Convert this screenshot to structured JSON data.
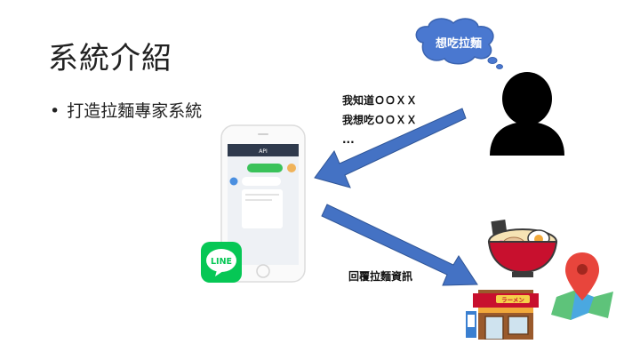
{
  "slide": {
    "title": "系統介紹",
    "bullet": "打造拉麵專家系統",
    "thought_bubble": "想吃拉麵",
    "request_lines": [
      "我知道ＯＯＸＸ",
      "我想吃ＯＯＸＸ",
      "..."
    ],
    "response_label": "回覆拉麵資訊",
    "phone_header": "API",
    "line_logo_text": "LINE",
    "shop_sign": "ラーメン"
  },
  "colors": {
    "arrow": "#4472c4",
    "line_green": "#06c755",
    "bubble": "#4a78d0"
  },
  "icons": [
    "thought-bubble-icon",
    "user-silhouette-icon",
    "phone-chat-icon",
    "line-logo-icon",
    "ramen-bowl-icon",
    "map-pin-icon",
    "ramen-shop-icon"
  ]
}
